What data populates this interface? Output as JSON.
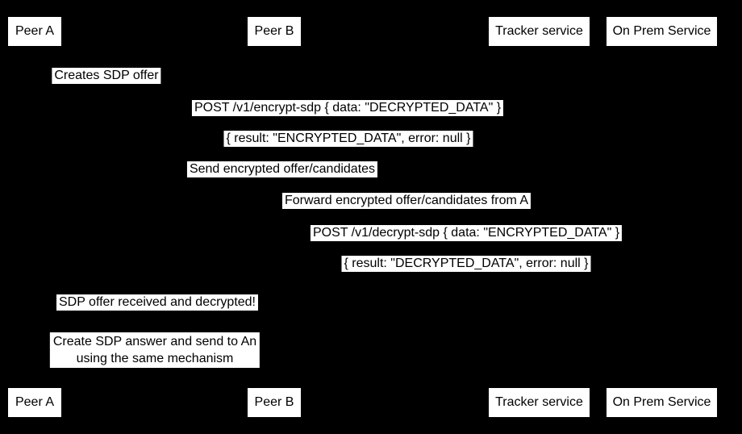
{
  "colors": {
    "background": "#000000",
    "label_background": "#ffffff",
    "label_text": "#000000"
  },
  "participants": [
    {
      "id": "peer-a",
      "label": "Peer A"
    },
    {
      "id": "peer-b",
      "label": "Peer B"
    },
    {
      "id": "tracker-service",
      "label": "Tracker service"
    },
    {
      "id": "on-prem-service",
      "label": "On Prem Service"
    }
  ],
  "messages": [
    {
      "text": "Creates SDP offer",
      "from": "peer-a",
      "to": "peer-a"
    },
    {
      "text": "POST /v1/encrypt-sdp { data: \"DECRYPTED_DATA\" }",
      "from": "peer-a",
      "to": "on-prem-service"
    },
    {
      "text": "{ result: \"ENCRYPTED_DATA\", error: null }",
      "from": "on-prem-service",
      "to": "peer-a"
    },
    {
      "text": "Send encrypted offer/candidates",
      "from": "peer-a",
      "to": "tracker-service"
    },
    {
      "text": "Forward encrypted offer/candidates from A",
      "from": "tracker-service",
      "to": "peer-b"
    },
    {
      "text": "POST /v1/decrypt-sdp { data: \"ENCRYPTED_DATA\" }",
      "from": "peer-b",
      "to": "on-prem-service"
    },
    {
      "text": "{ result: \"DECRYPTED_DATA\", error: null }",
      "from": "on-prem-service",
      "to": "peer-b"
    },
    {
      "text": "SDP offer received and decrypted!",
      "from": "peer-b",
      "to": "peer-a"
    },
    {
      "line1": "Create SDP answer and send to An",
      "line2": "using the same mechanism"
    }
  ]
}
